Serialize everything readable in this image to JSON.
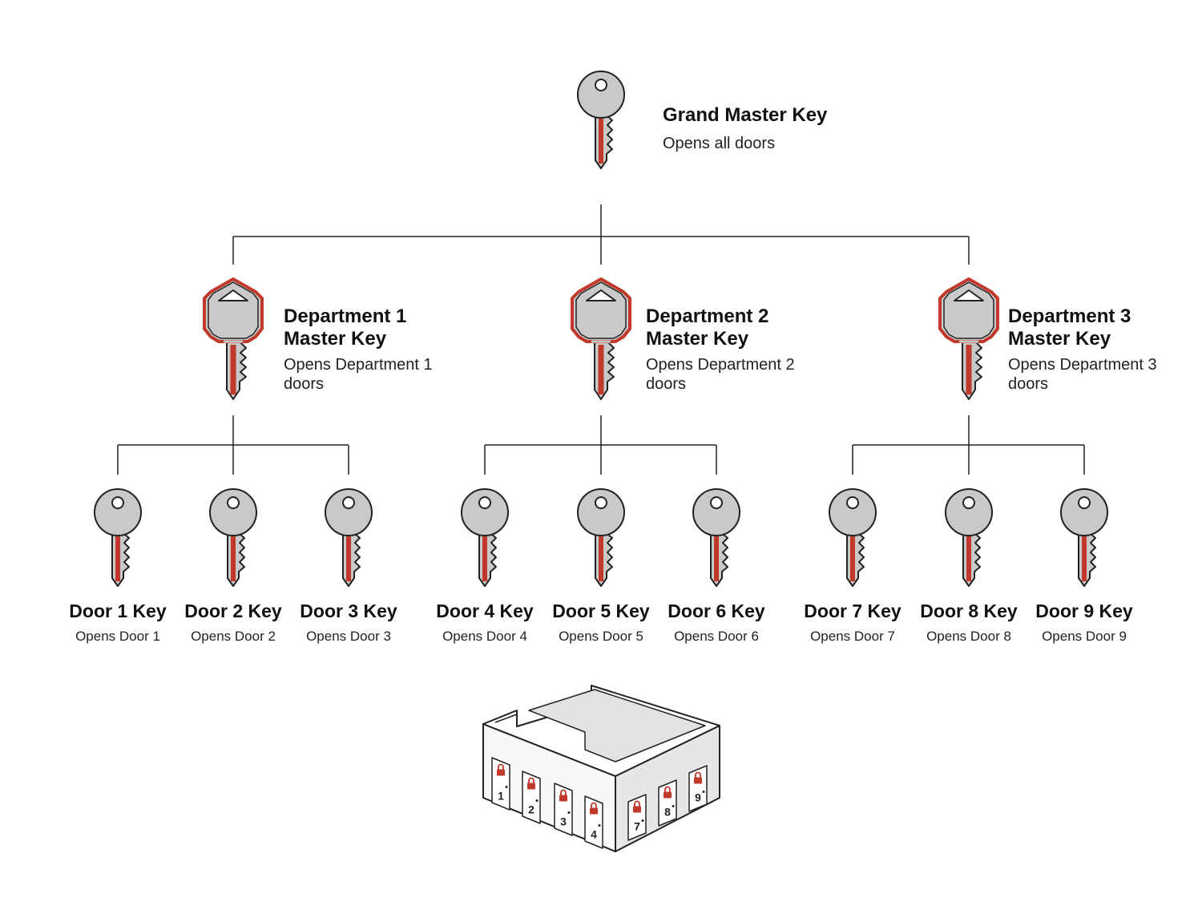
{
  "grand_master": {
    "title": "Grand Master Key",
    "subtitle": "Opens all doors"
  },
  "departments": [
    {
      "title": "Department 1 Master Key",
      "subtitle": "Opens Department 1 doors"
    },
    {
      "title": "Department 2 Master Key",
      "subtitle": "Opens Department 2 doors"
    },
    {
      "title": "Department 3 Master Key",
      "subtitle": "Opens Department 3 doors"
    }
  ],
  "doors": [
    {
      "title": "Door 1 Key",
      "subtitle": "Opens Door 1"
    },
    {
      "title": "Door 2 Key",
      "subtitle": "Opens Door 2"
    },
    {
      "title": "Door 3 Key",
      "subtitle": "Opens Door 3"
    },
    {
      "title": "Door 4 Key",
      "subtitle": "Opens Door 4"
    },
    {
      "title": "Door 5 Key",
      "subtitle": "Opens Door 5"
    },
    {
      "title": "Door 6 Key",
      "subtitle": "Opens Door 6"
    },
    {
      "title": "Door 7 Key",
      "subtitle": "Opens Door 7"
    },
    {
      "title": "Door 8 Key",
      "subtitle": "Opens Door 8"
    },
    {
      "title": "Door 9 Key",
      "subtitle": "Opens Door 9"
    }
  ],
  "building": {
    "front_doors": [
      "1",
      "2",
      "3",
      "4"
    ],
    "side_doors": [
      "7",
      "8",
      "9"
    ]
  },
  "colors": {
    "key_fill": "#c9c9c9",
    "accent_red": "#c0392b",
    "line": "#222222"
  }
}
